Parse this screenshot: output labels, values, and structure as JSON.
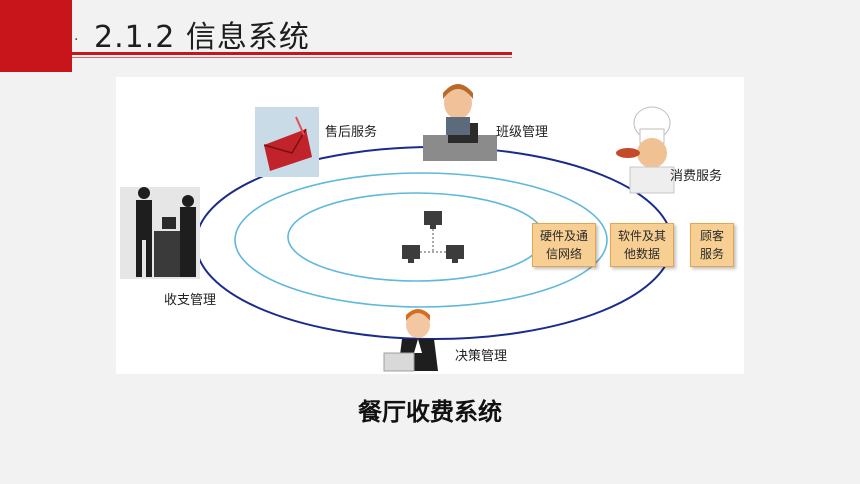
{
  "header": {
    "title": "2.1.2 信息系统",
    "bullet": "·"
  },
  "diagram": {
    "labels": {
      "after_sales": "售后服务",
      "class_management": "班级管理",
      "consumption_service": "消费服务",
      "payment_management": "收支管理",
      "decision_management": "决策管理"
    },
    "boxes": [
      {
        "line1": "硬件及通",
        "line2": "信网络"
      },
      {
        "line1": "软件及其",
        "line2": "他数据"
      },
      {
        "line1": "顾客",
        "line2": "服务"
      }
    ],
    "icons": [
      "envelope-icon",
      "receptionist-icon",
      "chef-icon",
      "cashier-icon",
      "manager-icon",
      "network-icon"
    ]
  },
  "caption": "餐厅收费系统",
  "colors": {
    "accent_red": "#c8151b",
    "box_fill": "#f7cf93",
    "ellipse_dark": "#1a2b8c",
    "ellipse_light": "#5fb8dd"
  }
}
